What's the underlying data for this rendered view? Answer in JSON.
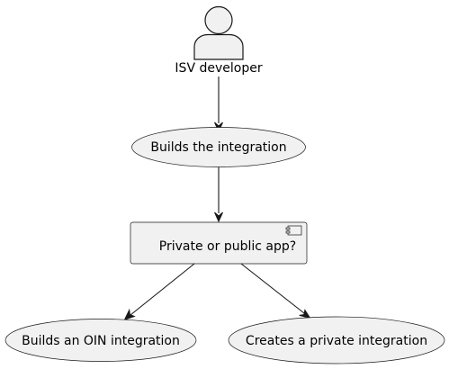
{
  "diagram": {
    "actor": {
      "label": "ISV developer"
    },
    "usecase_build": {
      "label": "Builds the integration"
    },
    "component_decision": {
      "label": "Private or public app?"
    },
    "usecase_oin": {
      "label": "Builds an OIN integration"
    },
    "usecase_private": {
      "label": "Creates a private integration"
    }
  },
  "colors": {
    "shape_fill": "#f1f1f1",
    "stroke": "#181818",
    "text": "#000000",
    "background": "#ffffff"
  }
}
